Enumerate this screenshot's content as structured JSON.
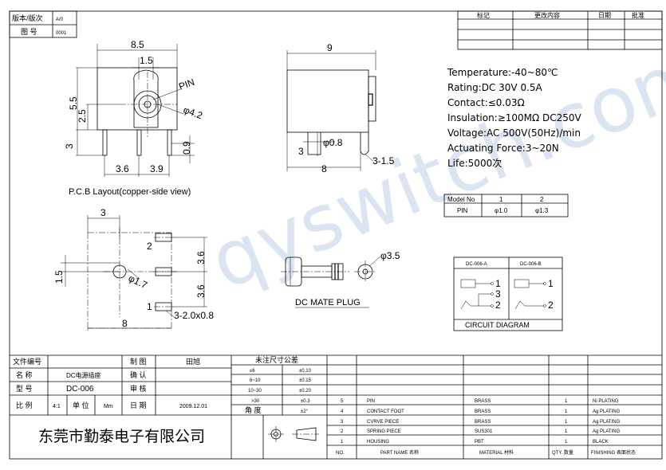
{
  "header": {
    "version_label": "版本/版次",
    "version_value": "A/0",
    "drawing_no_label": "图 号",
    "drawing_no_value": "0001"
  },
  "revision_table": {
    "columns": [
      "标记",
      "更改内容",
      "日期",
      "批准"
    ]
  },
  "front_view": {
    "dim_width": "8.5",
    "dim_hole": "1.5",
    "dim_height": "5.5",
    "dim_center": "2.5",
    "dim_leg": "3",
    "dim_leg_width": "0.9",
    "dim_pin_left": "3.6",
    "dim_pin_right": "3.9",
    "pin_label": "PIN",
    "hole_dia": "φ4.2"
  },
  "side_view": {
    "dim_length": "9",
    "dim_pin_dia": "φ0.8",
    "dim_leg": "3",
    "dim_bottom": "8",
    "dim_tab": "3-1.5"
  },
  "specs": [
    "Temperature:-40~80℃",
    "Rating:DC 30V 0.5A",
    "Contact:≤0.03Ω",
    "Insulation:≥100MΩ DC250V",
    "Voltage:AC 500V(50Hz)/min",
    "Actuating Force:3~20N",
    "Life:5000次"
  ],
  "pcb_layout": {
    "title": "P.C.B Layout(copper-side view)",
    "dim_top": "3",
    "dim_left": "1.5",
    "dim_right_top": "3.6",
    "dim_right_bottom": "3.6",
    "dim_bottom": "8",
    "dim_slot": "3-2.0x0.8",
    "dim_hole": "φ1.7",
    "pin1": "1",
    "pin2": "2"
  },
  "model_table": {
    "header": [
      "Model No",
      "1",
      "2"
    ],
    "row": [
      "PIN",
      "φ1.0",
      "φ1.3"
    ]
  },
  "mate_plug": {
    "title": "DC MATE PLUG",
    "dia": "φ3.5"
  },
  "circuit": {
    "col_a": "DC-006-A",
    "col_b": "DC-006-B",
    "a_pins": [
      "1",
      "3",
      "2"
    ],
    "b_pins": [
      "1",
      "2"
    ],
    "title": "CIRCUIT DIAGRAM"
  },
  "title_block": {
    "file_no_label": "文件编号",
    "name_label": "名 称",
    "name_value": "DC电源插座",
    "model_label": "型 号",
    "model_value": "DC-006",
    "scale_label": "比 例",
    "scale_value": "4:1",
    "unit_label": "单 位",
    "unit_value": "Mm",
    "drawn_label": "制 图",
    "drawn_value": "田旭",
    "check_label": "确 认",
    "audit_label": "审 核",
    "date_label": "日 期",
    "date_value": "2009.12.01",
    "company": "东莞市勤泰电子有限公司"
  },
  "tolerance": {
    "title": "未注尺寸公差",
    "rows": [
      [
        "≤6",
        "±0.10"
      ],
      [
        "6~10",
        "±0.15"
      ],
      [
        "10~30",
        "±0.20"
      ],
      [
        ">30",
        "±0.3"
      ]
    ],
    "angle_label": "角 度",
    "angle_value": "±2°"
  },
  "bom": {
    "rows": [
      [
        "5",
        "PIN",
        "BRASS",
        "1",
        "Ni PLATING"
      ],
      [
        "4",
        "CONTACT FOOT",
        "BRASS",
        "1",
        "Ag PLATING"
      ],
      [
        "3",
        "CVRVE PIECE",
        "BRASS",
        "1",
        "Ag PLATING"
      ],
      [
        "2",
        "SPRING PIECE",
        "SUS301",
        "1",
        "Ag PLATING"
      ],
      [
        "1",
        "HOUSING",
        "PBT",
        "1",
        "BLACK"
      ]
    ],
    "headers": [
      "NO.",
      "PART NAME 名称",
      "MATERIAL 材料",
      "QTY. 数量",
      "FINISHING 表面状态"
    ]
  },
  "watermark": "qyswitch.com"
}
